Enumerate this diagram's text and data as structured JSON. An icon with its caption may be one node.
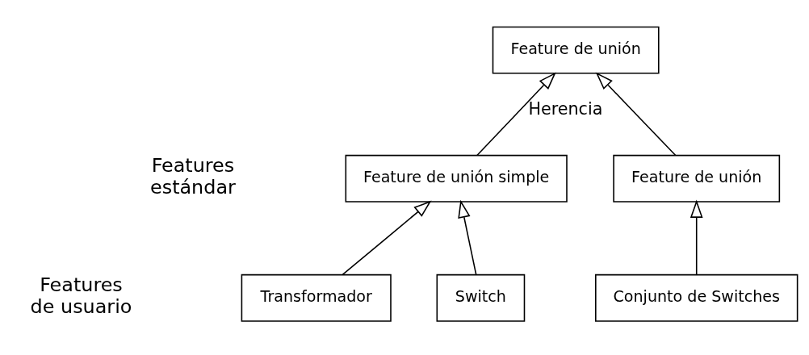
{
  "diagram": {
    "nodes": [
      {
        "text": [
          "Feature de unión"
        ]
      },
      {
        "text": [
          "Feature de unión simple"
        ]
      },
      {
        "text": [
          "Feature de unión"
        ]
      },
      {
        "text": [
          "Transformador"
        ]
      },
      {
        "text": [
          "Switch"
        ]
      },
      {
        "text": [
          "Conjunto de Switches"
        ]
      }
    ],
    "edges": [
      {
        "from": 1,
        "to": 0,
        "arrow": "to",
        "label": "Herencia"
      },
      {
        "from": 2,
        "to": 0,
        "arrow": "to"
      },
      {
        "from": 3,
        "to": 1,
        "arrow": "to"
      },
      {
        "from": 4,
        "to": 1,
        "arrow": "to"
      },
      {
        "from": 5,
        "to": 2,
        "arrow": "to"
      }
    ],
    "labels": [
      "Features estándar",
      "Features de usuario"
    ]
  }
}
